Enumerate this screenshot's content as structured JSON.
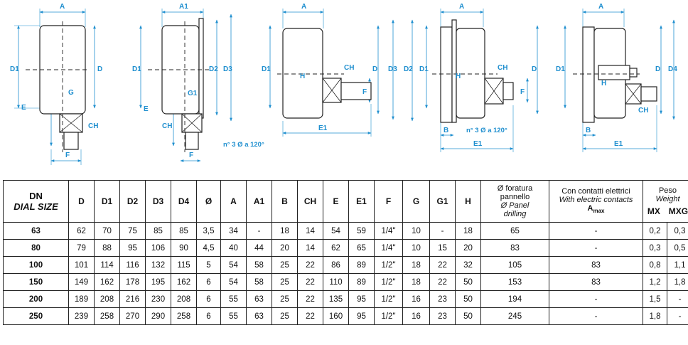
{
  "drawings": {
    "labels": {
      "A": "A",
      "A1": "A1",
      "B": "B",
      "CH": "CH",
      "D": "D",
      "D1": "D1",
      "D2": "D2",
      "D3": "D3",
      "D4": "D4",
      "E": "E",
      "E1": "E1",
      "F": "F",
      "G": "G",
      "G1": "G1",
      "H": "H"
    },
    "hole_note": "n° 3 Ø a 120°",
    "line_color": "#1f8fcf"
  },
  "table": {
    "header": {
      "dn_line1": "DN",
      "dn_line2": "DIAL SIZE",
      "cols": [
        "D",
        "D1",
        "D2",
        "D3",
        "D4",
        "Ø",
        "A",
        "A1",
        "B",
        "CH",
        "E",
        "E1",
        "F",
        "G",
        "G1",
        "H"
      ],
      "foratura_l1": "Ø foratura",
      "foratura_l2": "pannello",
      "foratura_l3": "Ø Panel",
      "foratura_l4": "drilling",
      "contatti_l1": "Con contatti elettrici",
      "contatti_l2": "With electric contacts",
      "contatti_l3": "A",
      "contatti_sub": "max",
      "peso_l1": "Peso",
      "peso_l2": "Weight",
      "mx": "MX",
      "mxg": "MXG"
    },
    "rows": [
      {
        "dn": "63",
        "v": [
          "62",
          "70",
          "75",
          "85",
          "85",
          "3,5",
          "34",
          "-",
          "18",
          "14",
          "54",
          "59",
          "1/4\"",
          "10",
          "-",
          "18"
        ],
        "foratura": "65",
        "contatti": "-",
        "mx": "0,2",
        "mxg": "0,3"
      },
      {
        "dn": "80",
        "v": [
          "79",
          "88",
          "95",
          "106",
          "90",
          "4,5",
          "40",
          "44",
          "20",
          "14",
          "62",
          "65",
          "1/4\"",
          "10",
          "15",
          "20"
        ],
        "foratura": "83",
        "contatti": "-",
        "mx": "0,3",
        "mxg": "0,5"
      },
      {
        "dn": "100",
        "v": [
          "101",
          "114",
          "116",
          "132",
          "115",
          "5",
          "54",
          "58",
          "25",
          "22",
          "86",
          "89",
          "1/2\"",
          "18",
          "22",
          "32"
        ],
        "foratura": "105",
        "contatti": "83",
        "mx": "0,8",
        "mxg": "1,1"
      },
      {
        "dn": "150",
        "v": [
          "149",
          "162",
          "178",
          "195",
          "162",
          "6",
          "54",
          "58",
          "25",
          "22",
          "110",
          "89",
          "1/2\"",
          "18",
          "22",
          "50"
        ],
        "foratura": "153",
        "contatti": "83",
        "mx": "1,2",
        "mxg": "1,8"
      },
      {
        "dn": "200",
        "v": [
          "189",
          "208",
          "216",
          "230",
          "208",
          "6",
          "55",
          "63",
          "25",
          "22",
          "135",
          "95",
          "1/2\"",
          "16",
          "23",
          "50"
        ],
        "foratura": "194",
        "contatti": "-",
        "mx": "1,5",
        "mxg": "-"
      },
      {
        "dn": "250",
        "v": [
          "239",
          "258",
          "270",
          "290",
          "258",
          "6",
          "55",
          "63",
          "25",
          "22",
          "160",
          "95",
          "1/2\"",
          "16",
          "23",
          "50"
        ],
        "foratura": "245",
        "contatti": "-",
        "mx": "1,8",
        "mxg": "-"
      }
    ]
  }
}
